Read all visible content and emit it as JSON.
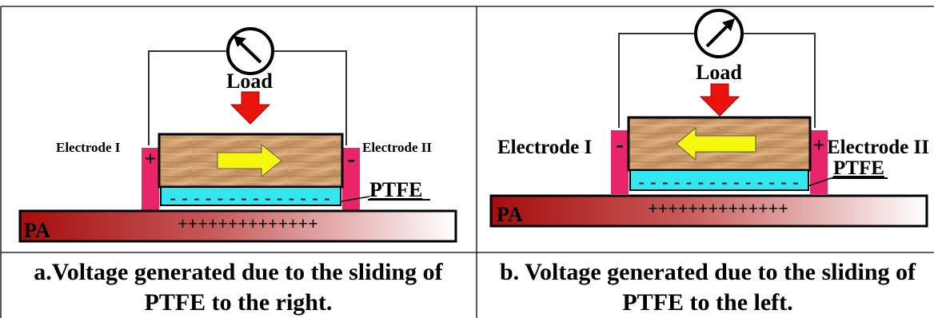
{
  "panels": [
    {
      "id": "a",
      "load_label": "Load",
      "electrode_left_label": "Electrode I",
      "electrode_right_label": "Electrode II",
      "electrode_left_sign": "+",
      "electrode_right_sign": "-",
      "ptfe_label": "PTFE",
      "pa_label": "PA",
      "pa_charges": "++++++++++++++",
      "ptfe_charges": "- - - - - - - - - - - - - -",
      "slide_direction": "right",
      "caption_line1": "a.Voltage generated due to the sliding of",
      "caption_line2": "PTFE to the right."
    },
    {
      "id": "b",
      "load_label": "Load",
      "electrode_left_label": "Electrode I",
      "electrode_right_label": "Electrode II",
      "electrode_left_sign": "-",
      "electrode_right_sign": "+",
      "ptfe_label": "PTFE",
      "pa_label": "PA",
      "pa_charges": "++++++++++++++",
      "ptfe_charges": "- - - - - - - - - - - - - -",
      "slide_direction": "left",
      "caption_line1": "b. Voltage generated due to the sliding of",
      "caption_line2": "PTFE to the left."
    }
  ],
  "colors": {
    "electrode": "#e8256a",
    "ptfe": "#33e6f0",
    "pa_start": "#a50d0d",
    "pa_end": "#ffffff",
    "load_arrow": "#e8140c",
    "slide_arrow": "#f7f70d",
    "wood": "#c89363"
  },
  "icons": {
    "meter": "ammeter-gauge-icon",
    "load_arrow": "down-arrow-icon",
    "slide_arrow": "horizontal-arrow-icon"
  }
}
